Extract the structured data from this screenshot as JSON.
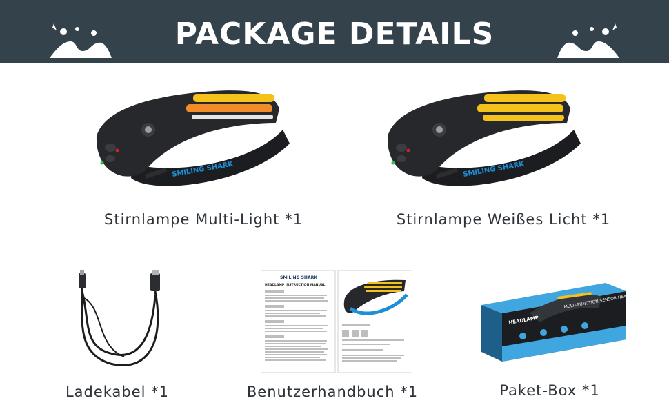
{
  "header": {
    "title": "PACKAGE DETAILS",
    "background_color": "#34424b"
  },
  "products": [
    {
      "caption": "Stirnlampe Multi-Light *1",
      "brand": "SMILING SHARK",
      "icon": "headlamp-multi-light"
    },
    {
      "caption": "Stirnlampe Weißes Licht *1",
      "brand": "SMILING SHARK",
      "icon": "headlamp-white-light"
    },
    {
      "caption": "Ladekabel *1",
      "icon": "usb-cable"
    },
    {
      "caption": "Benutzerhandbuch *1",
      "icon": "user-manual",
      "manual_title": "HEADLAMP INSTRUCTION MANUAL"
    },
    {
      "caption": "Paket-Box *1",
      "icon": "package-box",
      "box_text": "MULTI-FUNCTION SENSOR HEADLAMP",
      "box_label": "HEADLAMP"
    }
  ],
  "colors": {
    "accent_blue": "#1e8fd6",
    "led_yellow": "#f4c21b",
    "led_orange": "#f28c28",
    "text_dark": "#2d3338"
  }
}
